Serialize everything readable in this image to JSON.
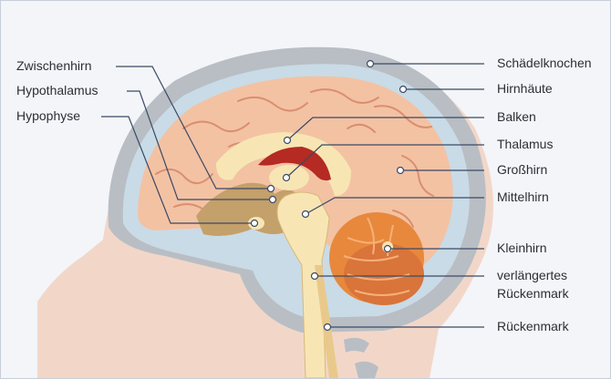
{
  "labels_left": {
    "zwischenhirn": "Zwischenhirn",
    "hypothalamus": "Hypothalamus",
    "hypophyse": "Hypophyse"
  },
  "labels_right": {
    "schaedelknochen": "Schädelknochen",
    "hirnhaeute": "Hirnhäute",
    "balken": "Balken",
    "thalamus": "Thalamus",
    "grosshirn": "Großhirn",
    "mittelhirn": "Mittelhirn",
    "kleinhirn": "Kleinhirn",
    "verlaengertes_1": "verlängertes",
    "verlaengertes_2": "Rückenmark",
    "rueckenmark": "Rückenmark"
  },
  "colors": {
    "background": "#f3f5f8",
    "skin": "#f2d7c9",
    "skull": "#b9bec4",
    "meninges": "#c9dbe6",
    "cerebrum": "#f3c2a3",
    "gyri_lines": "#d98f6f",
    "corpus_callosum": "#b52a22",
    "diencephalon": "#c4a06a",
    "brainstem": "#f7e6b4",
    "cerebellum": "#e8883c",
    "leader_lines": "#3a4a66"
  }
}
